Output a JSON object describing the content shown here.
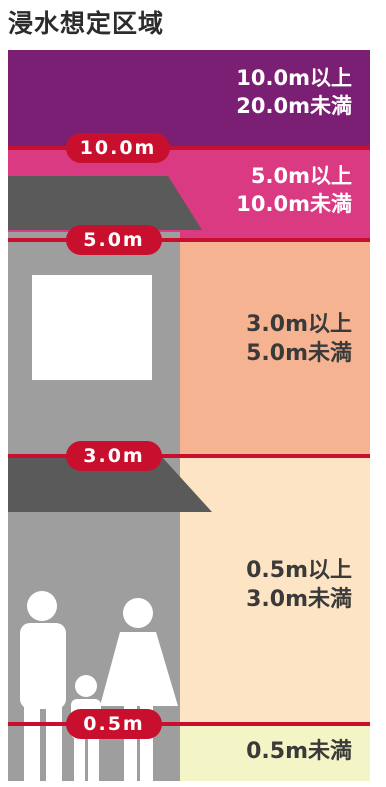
{
  "title": "浸水想定区域",
  "bands": [
    {
      "id": "band-10-20",
      "line1": "10.0m以上",
      "line2": "20.0m未満",
      "color": "#7b1f74",
      "text_color": "#ffffff"
    },
    {
      "id": "band-5-10",
      "line1": "5.0m以上",
      "line2": "10.0m未満",
      "color": "#d93a82",
      "text_color": "#ffffff"
    },
    {
      "id": "band-3-5",
      "line1": "3.0m以上",
      "line2": "5.0m未満",
      "color": "#f6b392",
      "text_color": "#3a3a3a"
    },
    {
      "id": "band-05-3",
      "line1": "0.5m以上",
      "line2": "3.0m未満",
      "color": "#fde4c4",
      "text_color": "#3a3a3a"
    },
    {
      "id": "band-0-05",
      "line1": "0.5m未満",
      "line2": "",
      "color": "#f4f5c6",
      "text_color": "#3a3a3a"
    }
  ],
  "levels": [
    {
      "id": "level-10",
      "label": "10.0m"
    },
    {
      "id": "level-5",
      "label": "5.0m"
    },
    {
      "id": "level-3",
      "label": "3.0m"
    },
    {
      "id": "level-05",
      "label": "0.5m"
    }
  ]
}
